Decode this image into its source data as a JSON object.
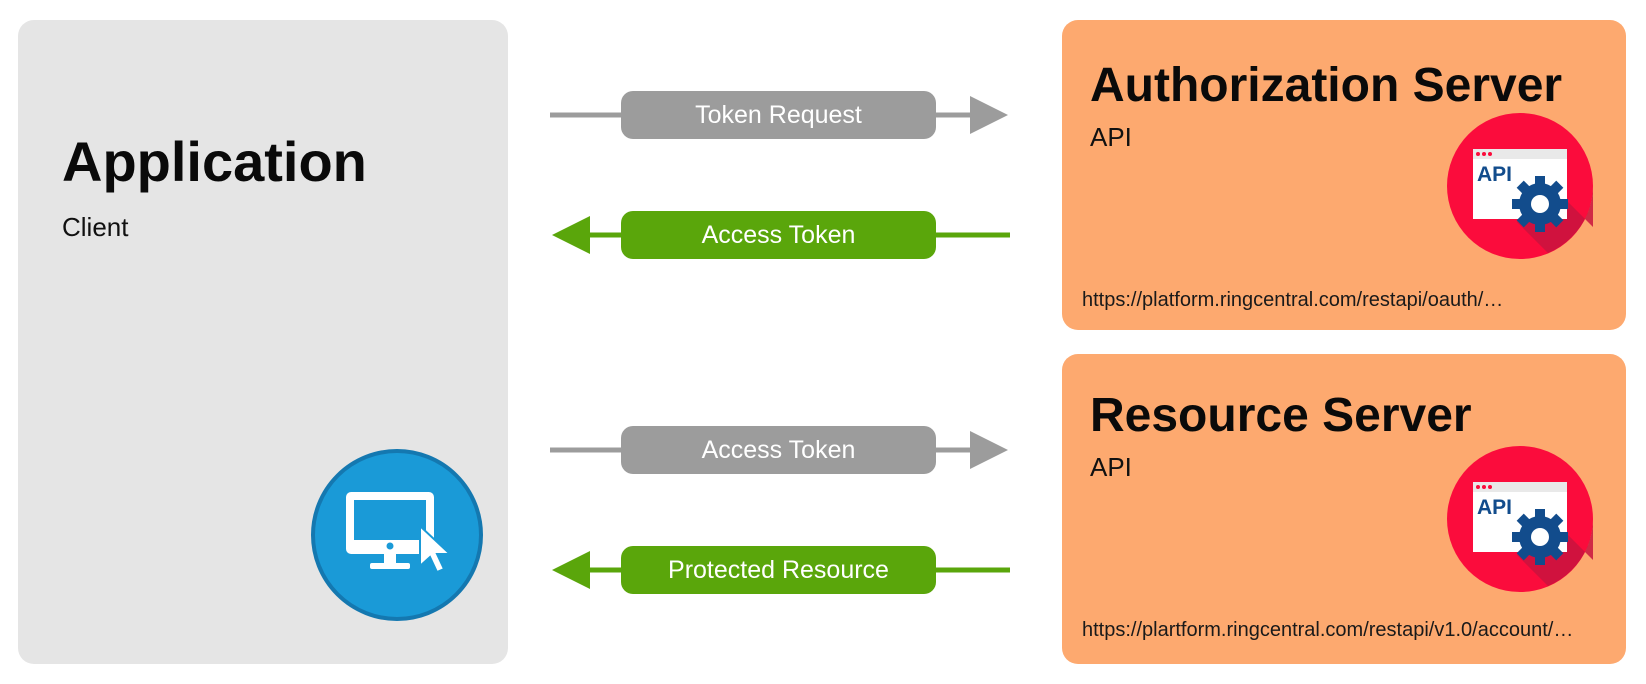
{
  "application": {
    "title": "Application",
    "subtitle": "Client",
    "icon": "computer-cursor-icon",
    "color": "#1a9ad7"
  },
  "authorization_server": {
    "title": "Authorization Server",
    "subtitle": "API",
    "url": "https://platform.ringcentral.com/restapi/oauth/…",
    "icon": "api-gear-icon"
  },
  "resource_server": {
    "title": "Resource Server",
    "subtitle": "API",
    "url": "https://plartform.ringcentral.com/restapi/v1.0/account/…",
    "icon": "api-gear-icon"
  },
  "flows": [
    {
      "label": "Token Request",
      "direction": "to-server",
      "color": "#9c9c9c"
    },
    {
      "label": "Access Token",
      "direction": "to-client",
      "color": "#5aa60b"
    },
    {
      "label": "Access Token",
      "direction": "to-server",
      "color": "#9c9c9c"
    },
    {
      "label": "Protected Resource",
      "direction": "to-client",
      "color": "#5aa60b"
    }
  ],
  "colors": {
    "client_panel": "#e5e5e5",
    "server_panel": "#fda96f",
    "api_badge": "#fb0c3c"
  }
}
